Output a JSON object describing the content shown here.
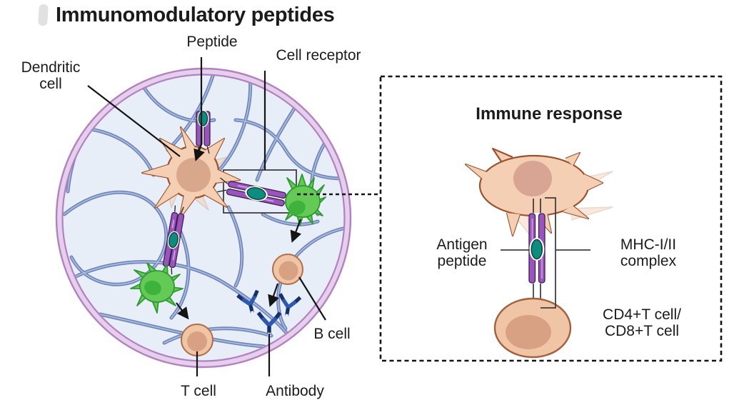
{
  "title": "Immunomodulatory peptides",
  "left_diagram": {
    "description": "circular extracellular matrix environment with immune cells",
    "labels": {
      "peptide": "Peptide",
      "cell_receptor": "Cell receptor",
      "dendritic_cell_line1": "Dendritic",
      "dendritic_cell_line2": "cell",
      "b_cell": "B cell",
      "t_cell": "T cell",
      "antibody": "Antibody"
    }
  },
  "inset": {
    "title": "Immune response",
    "labels": {
      "antigen_peptide_line1": "Antigen",
      "antigen_peptide_line2": "peptide",
      "mhc_line1": "MHC-I/II",
      "mhc_line2": "complex",
      "cd4_cd8_line1": "CD4+T cell/",
      "cd4_cd8_line2": "CD8+T cell"
    }
  },
  "colors": {
    "membrane_purple": "#b57fc3",
    "membrane_band": "#e4d0ea",
    "matrix_interior": "#e8eef7",
    "fiber_blue": "#6e86bb",
    "fiber_highlight": "#adbcdc",
    "cell_body_tan": "#f5cfb3",
    "cell_nucleus_tan": "#d9a88c",
    "cell_outline_brown": "#9b512b",
    "green_cell": "#63ca55",
    "green_nucleus": "#3db33b",
    "receptor_purple": "#9a55bd",
    "receptor_outline": "#3d1d52",
    "peptide_teal": "#0d8c7f",
    "antibody_blue": "#2e59b0",
    "line_black": "#141414"
  }
}
